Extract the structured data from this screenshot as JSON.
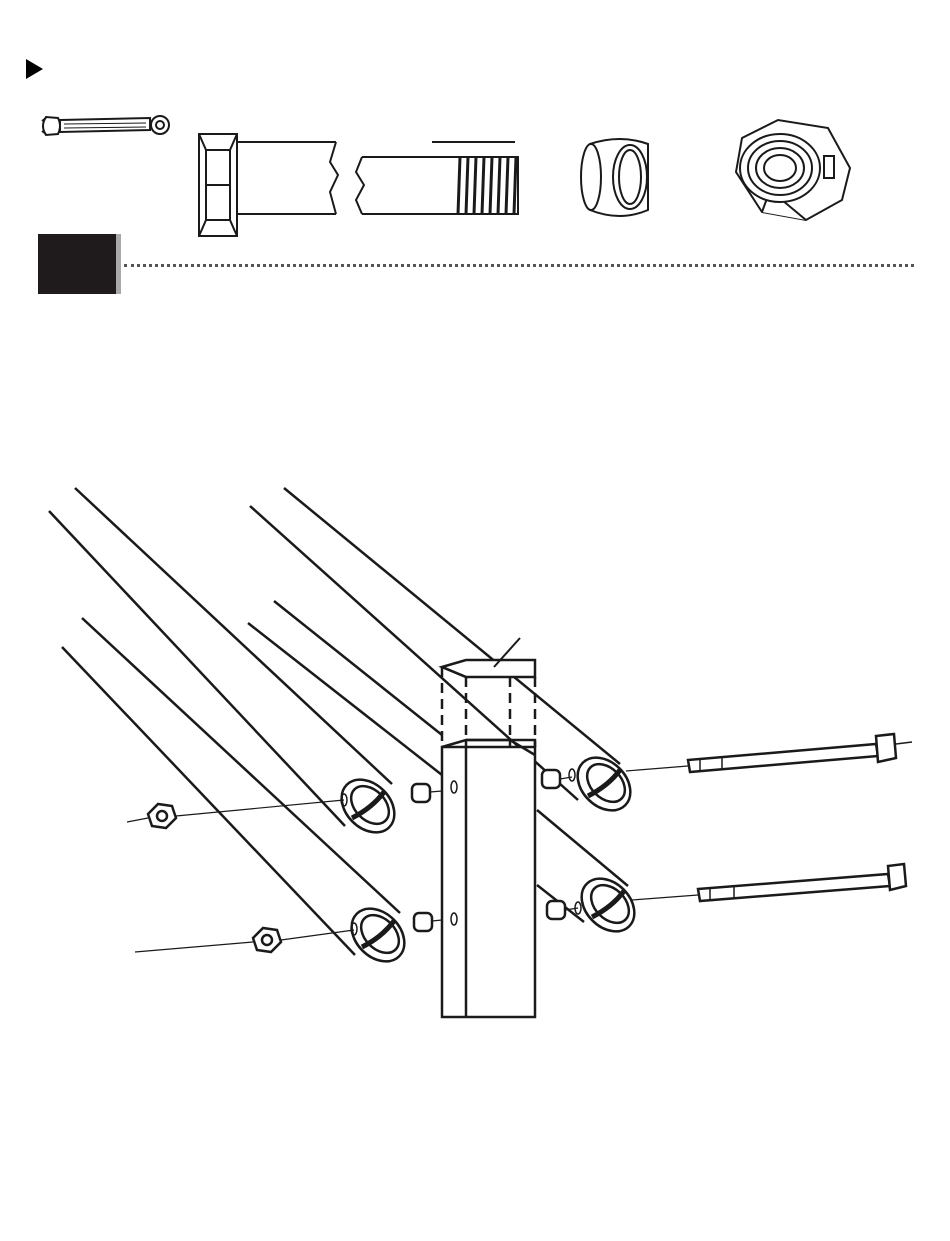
{
  "page": {
    "background": "#ffffff",
    "ink": "#1a1a1a",
    "step_box_color": "#1f1a1b",
    "step_box_shadow": "#a9a9a9"
  },
  "header": {
    "marker_icon": "play-triangle-icon",
    "tools": [
      {
        "name": "combination-wrench-icon"
      }
    ],
    "hardware": [
      {
        "name": "hex-bolt-icon"
      },
      {
        "name": "spacer-sleeve-icon"
      },
      {
        "name": "hex-lock-nut-icon"
      }
    ]
  },
  "step": {
    "number": "",
    "divider": "dotted"
  },
  "diagram": {
    "parts": [
      "square-post",
      "post-cap",
      "rail-tube-upper-left",
      "rail-tube-lower-left",
      "rail-tube-upper-right",
      "rail-tube-lower-right",
      "long-bolt-upper",
      "long-bolt-lower",
      "lock-nut-upper",
      "lock-nut-lower",
      "spacer-sleeves"
    ]
  }
}
